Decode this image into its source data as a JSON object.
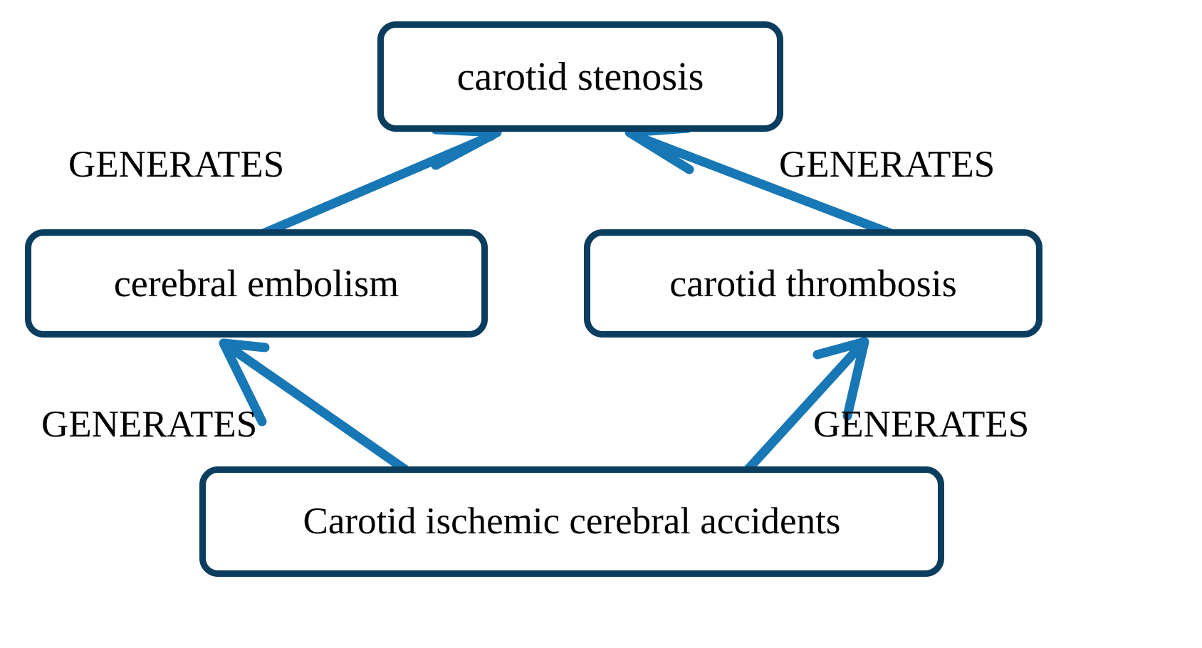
{
  "diagram": {
    "title": "Carotid ischemic cerebral accidents causal graph",
    "colors": {
      "node_border": "#0A3D5E",
      "node_fill": "#FFFFFF",
      "edge": "#1877B5",
      "text": "#000000",
      "background": "#FFFFFF"
    },
    "nodes": [
      {
        "id": "carotid-stenosis",
        "label": "carotid stenosis"
      },
      {
        "id": "cerebral-embolism",
        "label": "cerebral embolism"
      },
      {
        "id": "carotid-thrombosis",
        "label": "carotid thrombosis"
      },
      {
        "id": "carotid-ischemic",
        "label": "Carotid ischemic cerebral accidents"
      }
    ],
    "edges": [
      {
        "id": "e1",
        "from": "cerebral-embolism",
        "to": "carotid-stenosis",
        "label": "GENERATES"
      },
      {
        "id": "e2",
        "from": "carotid-thrombosis",
        "to": "carotid-stenosis",
        "label": "GENERATES"
      },
      {
        "id": "e3",
        "from": "carotid-ischemic",
        "to": "cerebral-embolism",
        "label": "GENERATES"
      },
      {
        "id": "e4",
        "from": "carotid-ischemic",
        "to": "carotid-thrombosis",
        "label": "GENERATES"
      }
    ],
    "labels": {
      "top_left": "GENERATES",
      "top_right": "GENERATES",
      "bottom_left": "GENERATES",
      "bottom_right": "GENERATES"
    }
  }
}
